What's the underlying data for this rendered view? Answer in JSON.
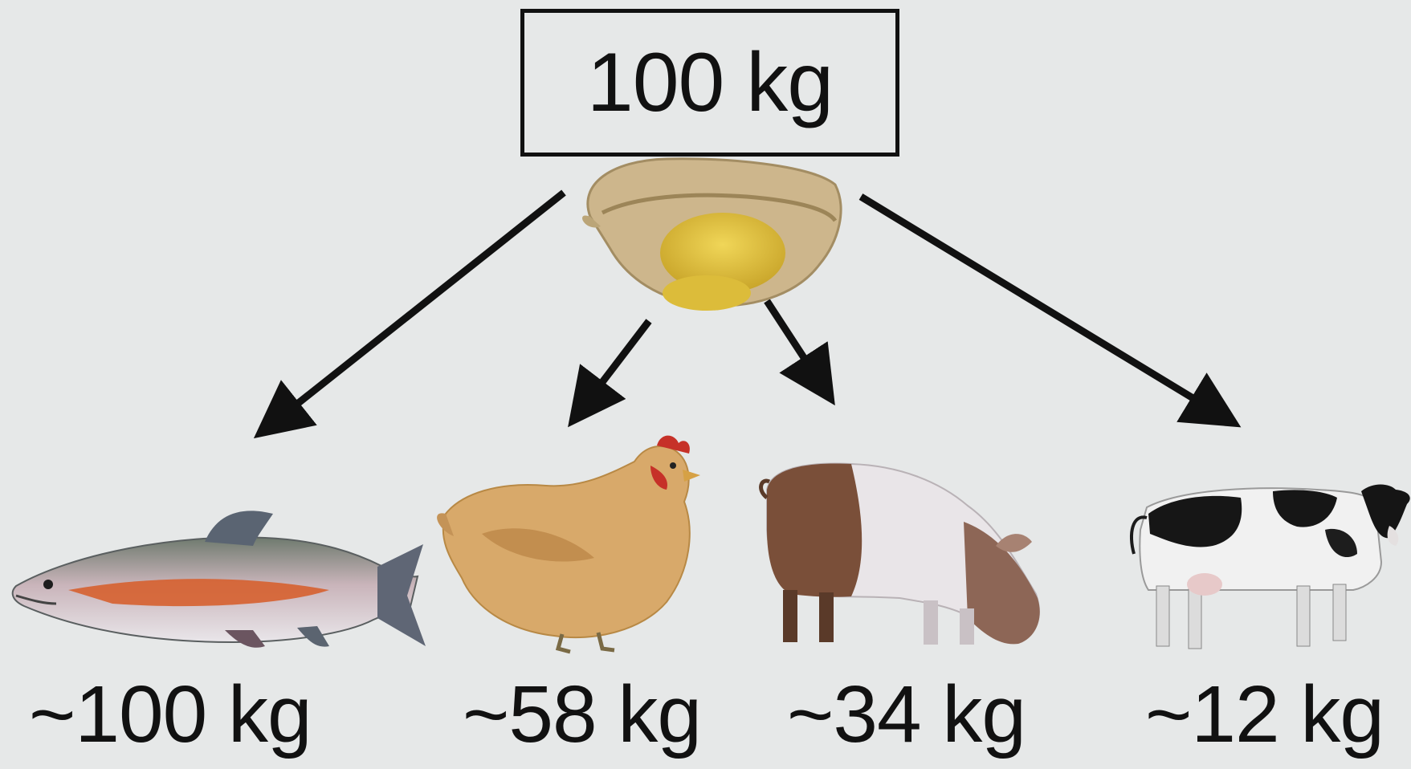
{
  "source": {
    "label": "100 kg",
    "icon": "grain-sack-icon"
  },
  "outputs": [
    {
      "animal": "fish-icon",
      "label": "~100 kg"
    },
    {
      "animal": "chicken-icon",
      "label": "~58 kg"
    },
    {
      "animal": "pig-icon",
      "label": "~34 kg"
    },
    {
      "animal": "cow-icon",
      "label": "~12 kg"
    }
  ],
  "colors": {
    "background": "#e6e8e8",
    "ink": "#111111",
    "sack": "#cdb68c",
    "grain": "#e2c23a"
  }
}
